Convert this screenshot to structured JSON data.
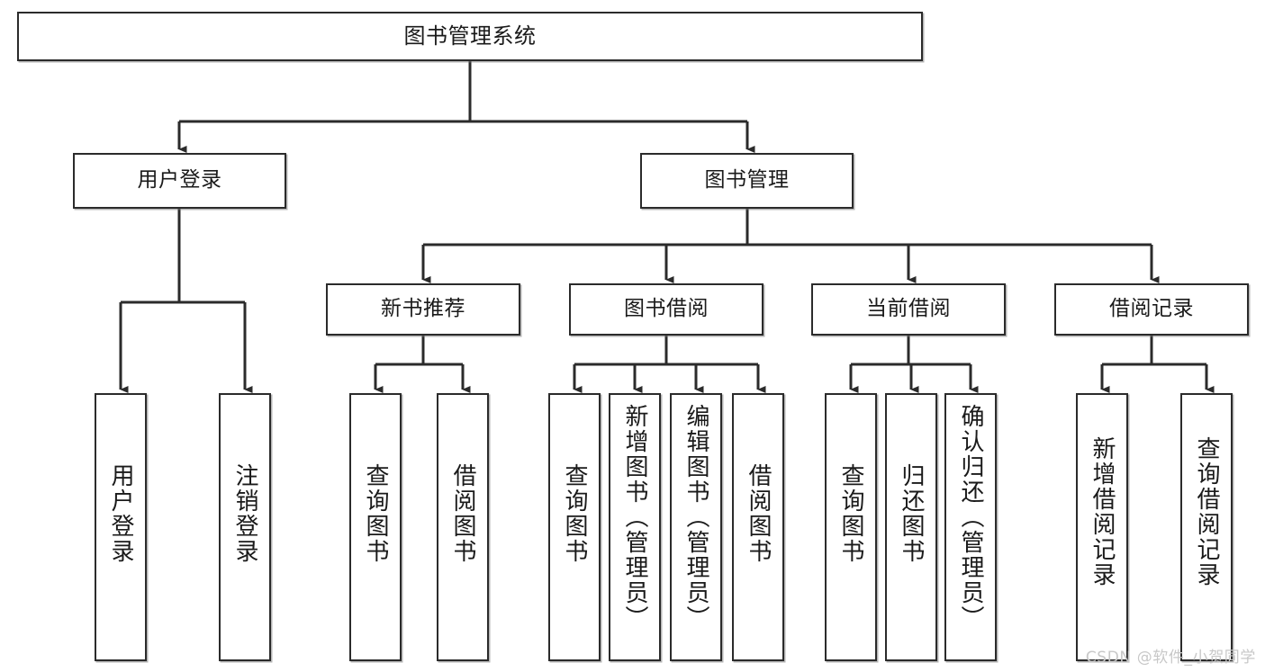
{
  "diagram": {
    "title": "图书管理系统",
    "type": "tree",
    "watermark": "CSDN @软件_小贺同学",
    "stroke_color": "#2b2b2b",
    "fill_color": "#ffffff",
    "text_color": "#1a1a1a",
    "watermark_color": "#c8c8c8",
    "nodes": [
      {
        "id": "root",
        "label": "图书管理系统",
        "level": 1,
        "orientation": "horizontal"
      },
      {
        "id": "login",
        "label": "用户登录",
        "level": 2,
        "orientation": "horizontal",
        "parent": "root"
      },
      {
        "id": "bookmgmt",
        "label": "图书管理",
        "level": 2,
        "orientation": "horizontal",
        "parent": "root"
      },
      {
        "id": "newbook",
        "label": "新书推荐",
        "level": 3,
        "orientation": "horizontal",
        "parent": "bookmgmt"
      },
      {
        "id": "borrow",
        "label": "图书借阅",
        "level": 3,
        "orientation": "horizontal",
        "parent": "bookmgmt"
      },
      {
        "id": "current",
        "label": "当前借阅",
        "level": 3,
        "orientation": "horizontal",
        "parent": "bookmgmt"
      },
      {
        "id": "records",
        "label": "借阅记录",
        "level": 3,
        "orientation": "horizontal",
        "parent": "bookmgmt"
      },
      {
        "id": "leaf1",
        "label": "用户登录",
        "level": 4,
        "orientation": "vertical",
        "parent": "login"
      },
      {
        "id": "leaf2",
        "label": "注销登录",
        "level": 4,
        "orientation": "vertical",
        "parent": "login"
      },
      {
        "id": "leaf3",
        "label": "查询图书",
        "level": 4,
        "orientation": "vertical",
        "parent": "newbook"
      },
      {
        "id": "leaf4",
        "label": "借阅图书",
        "level": 4,
        "orientation": "vertical",
        "parent": "newbook"
      },
      {
        "id": "leaf5",
        "label": "查询图书",
        "level": 4,
        "orientation": "vertical",
        "parent": "borrow"
      },
      {
        "id": "leaf6",
        "label": "新增图书（管理员）",
        "level": 4,
        "orientation": "vertical",
        "parent": "borrow"
      },
      {
        "id": "leaf7",
        "label": "编辑图书（管理员）",
        "level": 4,
        "orientation": "vertical",
        "parent": "borrow"
      },
      {
        "id": "leaf8",
        "label": "借阅图书",
        "level": 4,
        "orientation": "vertical",
        "parent": "borrow"
      },
      {
        "id": "leaf9",
        "label": "查询图书",
        "level": 4,
        "orientation": "vertical",
        "parent": "current"
      },
      {
        "id": "leaf10",
        "label": "归还图书",
        "level": 4,
        "orientation": "vertical",
        "parent": "current"
      },
      {
        "id": "leaf11",
        "label": "确认归还（管理员）",
        "level": 4,
        "orientation": "vertical",
        "parent": "current"
      },
      {
        "id": "leaf12",
        "label": "新增借阅记录",
        "level": 4,
        "orientation": "vertical",
        "parent": "records"
      },
      {
        "id": "leaf13",
        "label": "查询借阅记录",
        "level": 4,
        "orientation": "vertical",
        "parent": "records"
      }
    ]
  }
}
